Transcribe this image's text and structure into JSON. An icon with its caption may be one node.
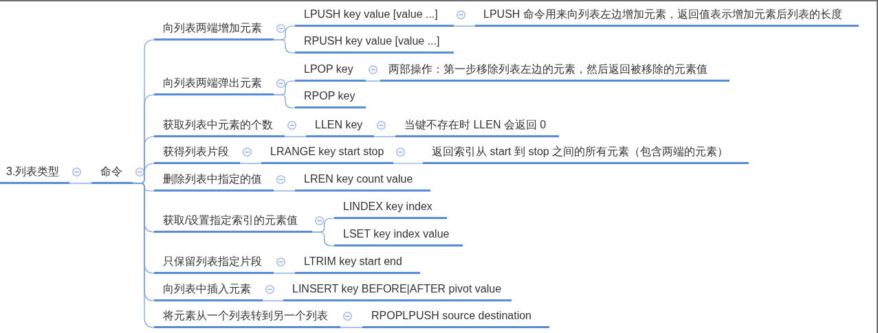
{
  "diagram": {
    "nodes": [
      {
        "text": [
          "3.列表类型"
        ]
      },
      {
        "text": [
          "命令"
        ]
      },
      {
        "text": [
          "向列表两端增加元素"
        ]
      },
      {
        "text": [
          "LPUSH key value [value ...]"
        ]
      },
      {
        "text": [
          "LPUSH 命令用来向列表左边增加元素，返回值表示增加元素后列表的长度"
        ]
      },
      {
        "text": [
          "RPUSH key value [value ...]"
        ]
      },
      {
        "text": [
          "向列表两端弹出元素"
        ]
      },
      {
        "text": [
          "LPOP key"
        ]
      },
      {
        "text": [
          "两部操作：第一步移除列表左边的元素，然后返回被移除的元素值"
        ]
      },
      {
        "text": [
          "RPOP key"
        ]
      },
      {
        "text": [
          "获取列表中元素的个数"
        ]
      },
      {
        "text": [
          "LLEN key"
        ]
      },
      {
        "text": [
          "当键不存在时 LLEN 会返回 0"
        ]
      },
      {
        "text": [
          "获得列表片段"
        ]
      },
      {
        "text": [
          "LRANGE key start stop"
        ]
      },
      {
        "text": [
          "返回索引从 start 到 stop 之间的所有元素（包含两端的元素）"
        ]
      },
      {
        "text": [
          "删除列表中指定的值"
        ]
      },
      {
        "text": [
          "LREN key count value"
        ]
      },
      {
        "text": [
          "获取/设置指定索引的元素值"
        ]
      },
      {
        "text": [
          "LINDEX key index"
        ]
      },
      {
        "text": [
          "LSET key index value"
        ]
      },
      {
        "text": [
          "只保留列表指定片段"
        ]
      },
      {
        "text": [
          "LTRIM key start end"
        ]
      },
      {
        "text": [
          "向列表中插入元素"
        ]
      },
      {
        "text": [
          "LINSERT key BEFORE|AFTER pivot value"
        ]
      },
      {
        "text": [
          "将元素从一个列表转到另一个列表"
        ]
      },
      {
        "text": [
          "RPOPLPUSH source destination"
        ]
      }
    ],
    "edges": [
      {
        "from": 0,
        "to": 1,
        "arrow": "none"
      },
      {
        "from": 1,
        "to": 2,
        "arrow": "none"
      },
      {
        "from": 2,
        "to": 3,
        "arrow": "none"
      },
      {
        "from": 3,
        "to": 4,
        "arrow": "none"
      },
      {
        "from": 2,
        "to": 5,
        "arrow": "none"
      },
      {
        "from": 1,
        "to": 6,
        "arrow": "none"
      },
      {
        "from": 6,
        "to": 7,
        "arrow": "none"
      },
      {
        "from": 7,
        "to": 8,
        "arrow": "none"
      },
      {
        "from": 6,
        "to": 9,
        "arrow": "none"
      },
      {
        "from": 1,
        "to": 10,
        "arrow": "none"
      },
      {
        "from": 10,
        "to": 11,
        "arrow": "none"
      },
      {
        "from": 11,
        "to": 12,
        "arrow": "none"
      },
      {
        "from": 1,
        "to": 13,
        "arrow": "none"
      },
      {
        "from": 13,
        "to": 14,
        "arrow": "none"
      },
      {
        "from": 14,
        "to": 15,
        "arrow": "none"
      },
      {
        "from": 1,
        "to": 16,
        "arrow": "none"
      },
      {
        "from": 16,
        "to": 17,
        "arrow": "none"
      },
      {
        "from": 1,
        "to": 18,
        "arrow": "none"
      },
      {
        "from": 18,
        "to": 19,
        "arrow": "none"
      },
      {
        "from": 18,
        "to": 20,
        "arrow": "none"
      },
      {
        "from": 1,
        "to": 21,
        "arrow": "none"
      },
      {
        "from": 21,
        "to": 22,
        "arrow": "none"
      },
      {
        "from": 1,
        "to": 23,
        "arrow": "none"
      },
      {
        "from": 23,
        "to": 24,
        "arrow": "none"
      },
      {
        "from": 1,
        "to": 25,
        "arrow": "none"
      },
      {
        "from": 25,
        "to": 26,
        "arrow": "none"
      }
    ]
  }
}
